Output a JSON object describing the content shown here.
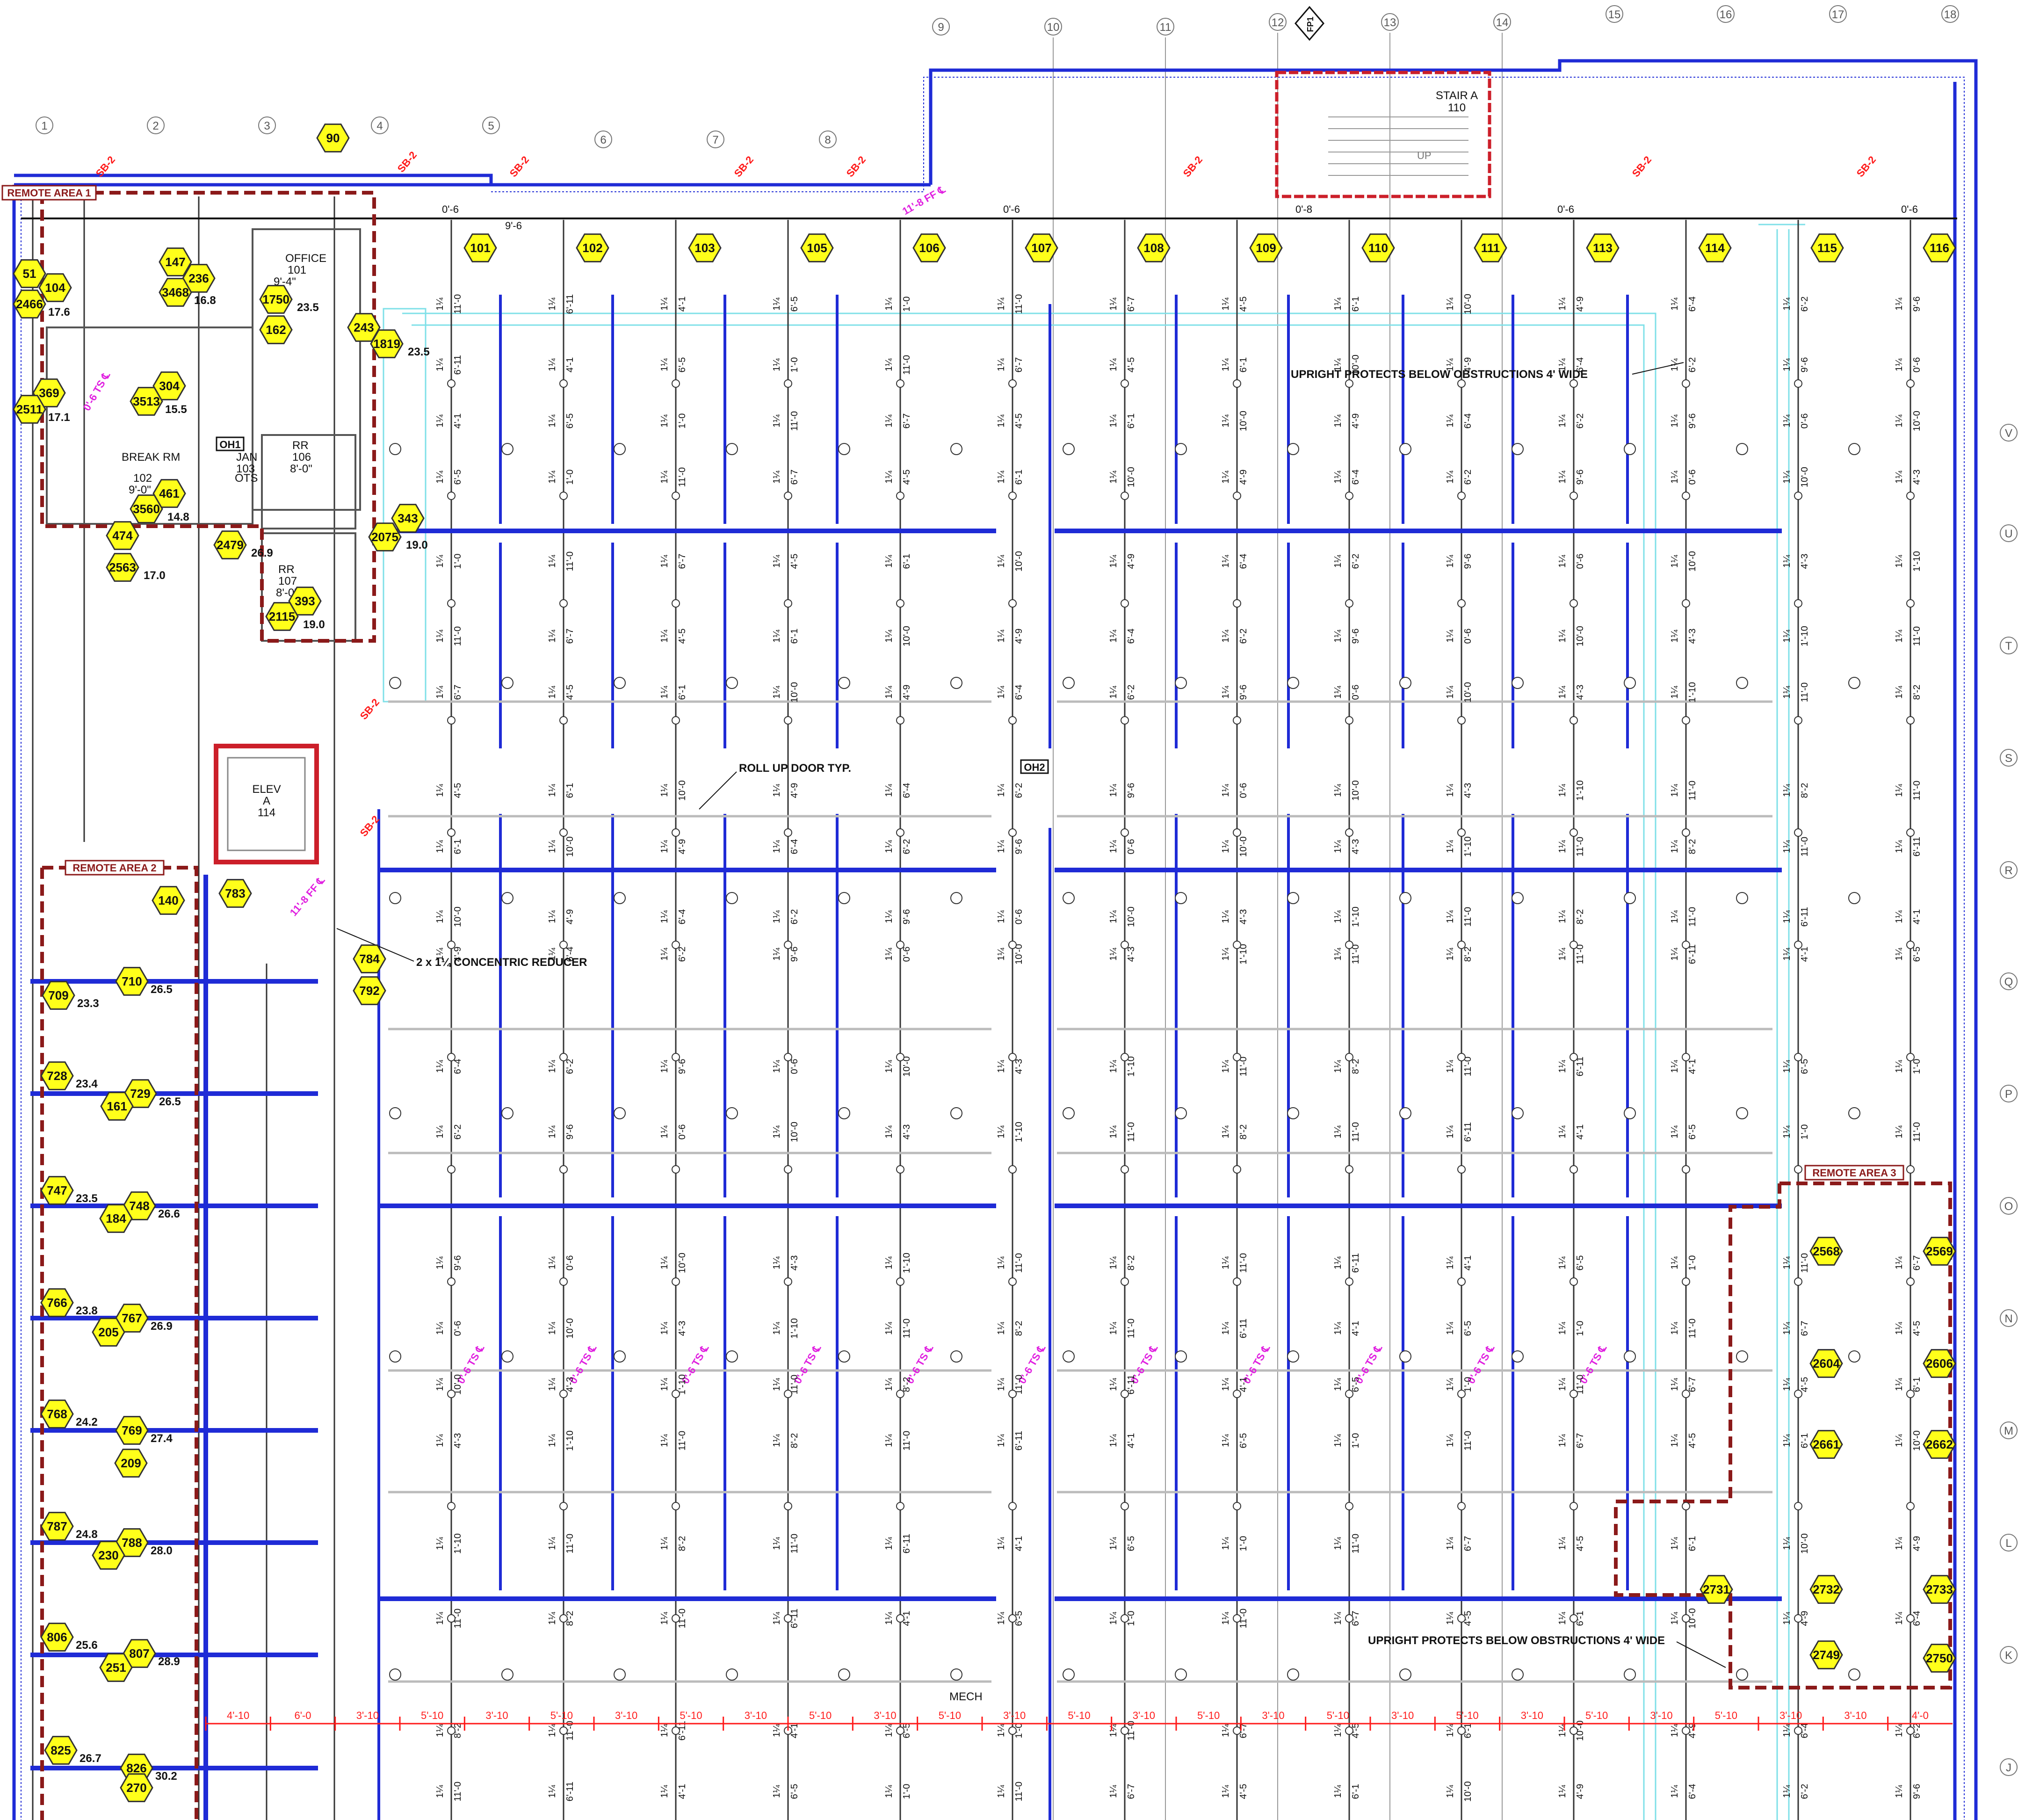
{
  "title": "Fire sprinkler floor plan",
  "colors": {
    "main_pipe": "#1f2bd6",
    "branch_line": "#222222",
    "remote_area": "#8b1a1a",
    "stair_border": "#cc1f2a",
    "node_fill": "#ffff1a",
    "dim_red": "#ff1a1a",
    "ts_magenta": "#e020e0",
    "cyan_duct": "#7fe0e8",
    "green_callout": "#2fa84f"
  },
  "grid_columns": [
    "1",
    "2",
    "3",
    "4",
    "5",
    "6",
    "7",
    "8",
    "9",
    "10",
    "11",
    "12",
    "13",
    "14",
    "15",
    "16",
    "17",
    "18"
  ],
  "grid_rows": [
    "V",
    "U",
    "T",
    "S",
    "R",
    "Q",
    "P",
    "O",
    "N",
    "M",
    "L",
    "K",
    "J"
  ],
  "rooms": [
    {
      "key": "stair_a",
      "name": "STAIR A",
      "number": "110"
    },
    {
      "key": "office",
      "name": "OFFICE",
      "number": "101",
      "height": "9'-4\""
    },
    {
      "key": "break",
      "name": "BREAK RM",
      "number": "102",
      "height": "9'-0\""
    },
    {
      "key": "jan",
      "name": "JAN",
      "number": "103",
      "height": "OTS"
    },
    {
      "key": "rr106",
      "name": "RR",
      "number": "106",
      "height": "8'-0\""
    },
    {
      "key": "rr107",
      "name": "RR",
      "number": "107",
      "height": "8'-0\""
    },
    {
      "key": "elev",
      "name": "ELEV",
      "number": "A",
      "sub": "114"
    },
    {
      "key": "mech",
      "name": "MECH"
    }
  ],
  "remote_areas": [
    "REMOTE AREA 1",
    "REMOTE AREA 2",
    "REMOTE AREA 3"
  ],
  "notes": {
    "upright_top": "UPRIGHT PROTECTS BELOW OBSTRUCTIONS 4' WIDE",
    "upright_bottom": "UPRIGHT PROTECTS BELOW OBSTRUCTIONS 4' WIDE",
    "roll_up": "ROLL UP DOOR TYP.",
    "reducer": "2 x 1¼ CONCENTRIC REDUCER",
    "fp1": "FP1",
    "oh1": "OH1",
    "oh2": "OH2",
    "up": "UP"
  },
  "top_nodes": [
    "101",
    "102",
    "103",
    "105",
    "106",
    "107",
    "108",
    "109",
    "110",
    "111",
    "113",
    "114",
    "115",
    "116"
  ],
  "area1_nodes": [
    {
      "id": "51",
      "val": ""
    },
    {
      "id": "104",
      "val": ""
    },
    {
      "id": "2466",
      "val": "17.6"
    },
    {
      "id": "369",
      "val": ""
    },
    {
      "id": "2511",
      "val": "17.1"
    },
    {
      "id": "147",
      "val": ""
    },
    {
      "id": "236",
      "val": ""
    },
    {
      "id": "3468",
      "val": "16.8"
    },
    {
      "id": "304",
      "val": ""
    },
    {
      "id": "3513",
      "val": "15.5"
    },
    {
      "id": "90",
      "val": ""
    },
    {
      "id": "1750",
      "val": "23.5"
    },
    {
      "id": "162",
      "val": ""
    },
    {
      "id": "243",
      "val": ""
    },
    {
      "id": "1819",
      "val": "23.5"
    },
    {
      "id": "461",
      "val": ""
    },
    {
      "id": "3560",
      "val": "14.8"
    },
    {
      "id": "474",
      "val": ""
    },
    {
      "id": "2563",
      "val": "17.0"
    },
    {
      "id": "2479",
      "val": "26.9"
    },
    {
      "id": "2075",
      "val": "19.0"
    },
    {
      "id": "343",
      "val": ""
    },
    {
      "id": "393",
      "val": ""
    },
    {
      "id": "2115",
      "val": "19.0"
    }
  ],
  "area2_nodes": [
    {
      "id": "140",
      "val": ""
    },
    {
      "id": "783",
      "val": ""
    },
    {
      "id": "784",
      "val": ""
    },
    {
      "id": "792",
      "val": ""
    },
    {
      "id": "709",
      "val": "23.3"
    },
    {
      "id": "710",
      "val": "26.5"
    },
    {
      "id": "728",
      "val": "23.4"
    },
    {
      "id": "729",
      "val": "26.5"
    },
    {
      "id": "161",
      "val": ""
    },
    {
      "id": "747",
      "val": "23.5"
    },
    {
      "id": "748",
      "val": "26.6"
    },
    {
      "id": "184",
      "val": ""
    },
    {
      "id": "766",
      "val": "23.8"
    },
    {
      "id": "767",
      "val": "26.9"
    },
    {
      "id": "205",
      "val": ""
    },
    {
      "id": "768",
      "val": "24.2"
    },
    {
      "id": "769",
      "val": "27.4"
    },
    {
      "id": "209",
      "val": ""
    },
    {
      "id": "787",
      "val": "24.8"
    },
    {
      "id": "788",
      "val": "28.0"
    },
    {
      "id": "230",
      "val": ""
    },
    {
      "id": "806",
      "val": "25.6"
    },
    {
      "id": "807",
      "val": "28.9"
    },
    {
      "id": "251",
      "val": ""
    },
    {
      "id": "825",
      "val": "26.7"
    },
    {
      "id": "826",
      "val": "30.2"
    },
    {
      "id": "270",
      "val": ""
    }
  ],
  "area3_nodes": [
    "2568",
    "2569",
    "2604",
    "2606",
    "2661",
    "2662",
    "2731",
    "2732",
    "2733",
    "2749",
    "2750"
  ],
  "dim_row": [
    "4'-10",
    "6'-0",
    "3'-10",
    "5'-10",
    "3'-10",
    "5'-10",
    "3'-10",
    "5'-10",
    "3'-10",
    "5'-10",
    "3'-10",
    "5'-10",
    "3'-10",
    "5'-10",
    "3'-10",
    "5'-10",
    "3'-10",
    "5'-10",
    "3'-10",
    "5'-10",
    "3'-10",
    "5'-10",
    "3'-10",
    "5'-10",
    "3'-10",
    "3'-10",
    "4'-0"
  ],
  "pipe_size": "1¼",
  "branch_lengths": [
    "11'-0",
    "6'-11",
    "4'-1",
    "6'-5",
    "1'-0",
    "11'-0",
    "6'-7",
    "4'-5",
    "6'-1",
    "10'-0",
    "4'-9",
    "6'-4",
    "6'-2",
    "9'-6",
    "0'-6",
    "10'-0",
    "4'-3",
    "1'-10",
    "11'-0",
    "8'-2"
  ],
  "top_dims": [
    "0'-6",
    "9'-6",
    "0'-8"
  ],
  "sb_tag": "SB-2",
  "ts_tag": "0'-6 TS ℄",
  "ff_tag": "11'-8 FF ℄"
}
